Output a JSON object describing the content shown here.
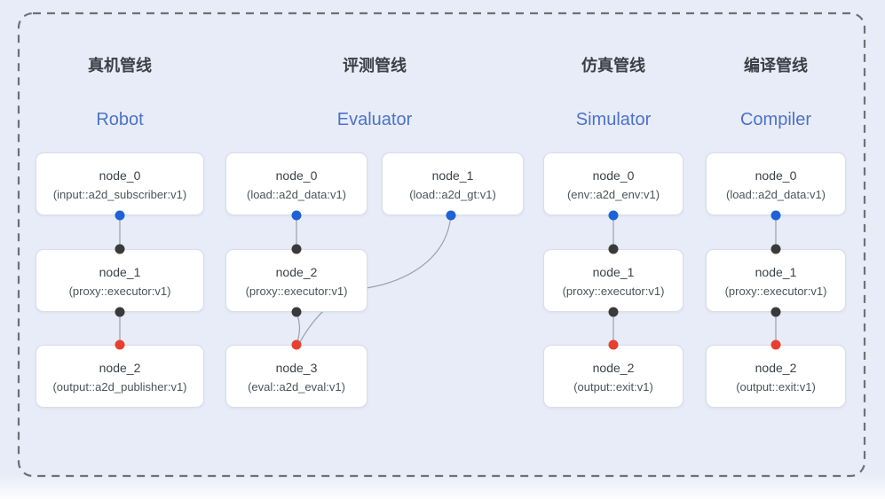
{
  "figure": {
    "background": "#e7ecf8",
    "frame_color": "#6e7077"
  },
  "colors": {
    "edge": "#9aa1ad",
    "blue_dot": "#1f62d5",
    "black_dot": "#3a3a3a",
    "red_dot": "#e8402f",
    "title_en": "#4d72c6",
    "title_zh": "#3a3f47"
  },
  "pipelines": [
    {
      "title_zh": "真机管线",
      "title_en": "Robot",
      "nodes": [
        {
          "name": "node_0",
          "type": "(input::a2d_subscriber:v1)"
        },
        {
          "name": "node_1",
          "type": "(proxy::executor:v1)"
        },
        {
          "name": "node_2",
          "type": "(output::a2d_publisher:v1)"
        }
      ]
    },
    {
      "title_zh": "评测管线",
      "title_en": "Evaluator",
      "nodes": [
        {
          "name": "node_0",
          "type": "(load::a2d_data:v1)"
        },
        {
          "name": "node_1",
          "type": "(load::a2d_gt:v1)"
        },
        {
          "name": "node_2",
          "type": "(proxy::executor:v1)"
        },
        {
          "name": "node_3",
          "type": "(eval::a2d_eval:v1)"
        }
      ]
    },
    {
      "title_zh": "仿真管线",
      "title_en": "Simulator",
      "nodes": [
        {
          "name": "node_0",
          "type": "(env::a2d_env:v1)"
        },
        {
          "name": "node_1",
          "type": "(proxy::executor:v1)"
        },
        {
          "name": "node_2",
          "type": "(output::exit:v1)"
        }
      ]
    },
    {
      "title_zh": "编译管线",
      "title_en": "Compiler",
      "nodes": [
        {
          "name": "node_0",
          "type": "(load::a2d_data:v1)"
        },
        {
          "name": "node_1",
          "type": "(proxy::executor:v1)"
        },
        {
          "name": "node_2",
          "type": "(output::exit:v1)"
        }
      ]
    }
  ]
}
